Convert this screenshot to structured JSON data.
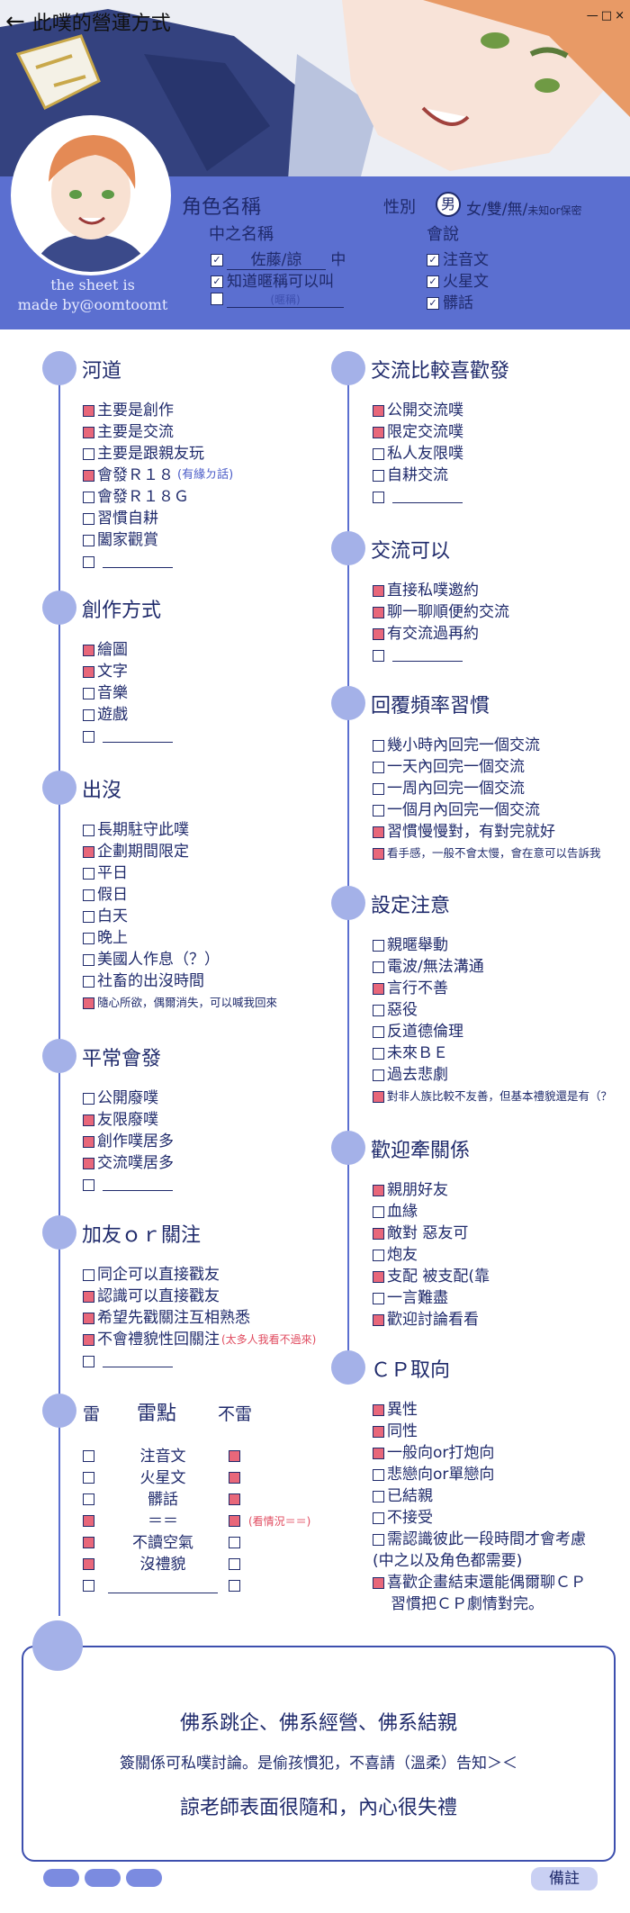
{
  "window": {
    "title": "此噗的營運方式",
    "controls": [
      "—",
      "□",
      "×"
    ]
  },
  "profile": {
    "name_label": "角色名稱",
    "gender_label": "性別",
    "gender_selected": "男",
    "gender_rest": "女/雙/無/",
    "gender_note": "未知or保密",
    "nickname_label": "中之名稱",
    "nick_value": "佐藤/諒",
    "nick_suffix": "中",
    "nick_opt2": "知道暱稱可以叫",
    "nick_blank_hint": "(暱稱)",
    "lang_label": "會說",
    "langs": [
      "注音文",
      "火星文",
      "髒話"
    ],
    "credit_line1": "the sheet is",
    "credit_line2": "made by@oomtoomt"
  },
  "left_sections": [
    {
      "title": "河道",
      "items": [
        {
          "text": "主要是創作",
          "on": true
        },
        {
          "text": "主要是交流",
          "on": true
        },
        {
          "text": "主要是跟親友玩",
          "on": false
        },
        {
          "text": "會發Ｒ１８",
          "on": true,
          "note": "(有緣ㄉ話)"
        },
        {
          "text": "會發Ｒ１８Ｇ",
          "on": false
        },
        {
          "text": "習慣自耕",
          "on": false
        },
        {
          "text": "闔家觀賞",
          "on": false
        },
        {
          "text": "",
          "on": false,
          "blank": true
        }
      ]
    },
    {
      "title": "創作方式",
      "items": [
        {
          "text": "繪圖",
          "on": true
        },
        {
          "text": "文字",
          "on": true
        },
        {
          "text": "音樂",
          "on": false
        },
        {
          "text": "遊戲",
          "on": false
        },
        {
          "text": "",
          "on": false,
          "blank": true
        }
      ]
    },
    {
      "title": "出沒",
      "items": [
        {
          "text": "長期駐守此噗",
          "on": false
        },
        {
          "text": "企劃期間限定",
          "on": true
        },
        {
          "text": "平日",
          "on": false
        },
        {
          "text": "假日",
          "on": false
        },
        {
          "text": "白天",
          "on": false
        },
        {
          "text": "晚上",
          "on": false
        },
        {
          "text": "美國人作息（？）",
          "on": false
        },
        {
          "text": "社畜的出沒時間",
          "on": false
        },
        {
          "text": "隨心所欲，偶爾消失，可以喊我回來",
          "on": true,
          "small": true
        }
      ]
    },
    {
      "title": "平常會發",
      "items": [
        {
          "text": "公開廢噗",
          "on": false
        },
        {
          "text": "友限廢噗",
          "on": true
        },
        {
          "text": "創作噗居多",
          "on": true
        },
        {
          "text": "交流噗居多",
          "on": true
        },
        {
          "text": "",
          "on": false,
          "blank": true
        }
      ]
    },
    {
      "title": "加友ｏｒ關注",
      "items": [
        {
          "text": "同企可以直接戳友",
          "on": false
        },
        {
          "text": "認識可以直接戳友",
          "on": true
        },
        {
          "text": "希望先戳關注互相熟悉",
          "on": true
        },
        {
          "text": "不會禮貌性回關注",
          "on": true,
          "rednote": "(太多人我看不過來)"
        },
        {
          "text": "",
          "on": false,
          "blank": true
        }
      ]
    }
  ],
  "mines": {
    "head_left": "雷",
    "head_mid": "雷點",
    "head_right": "不雷",
    "rows": [
      {
        "text": "注音文",
        "mine": false,
        "ok": true,
        "note": ""
      },
      {
        "text": "火星文",
        "mine": false,
        "ok": true,
        "note": ""
      },
      {
        "text": "髒話",
        "mine": false,
        "ok": true,
        "note": ""
      },
      {
        "text": "＝＝",
        "mine": true,
        "ok": true,
        "note": "(看情況＝＝)"
      },
      {
        "text": "不讀空氣",
        "mine": true,
        "ok": false,
        "note": ""
      },
      {
        "text": "沒禮貌",
        "mine": true,
        "ok": false,
        "note": ""
      },
      {
        "text": "",
        "mine": false,
        "ok": false,
        "note": "",
        "blank": true
      }
    ]
  },
  "right_sections": [
    {
      "title": "交流比較喜歡發",
      "items": [
        {
          "text": "公開交流噗",
          "on": true
        },
        {
          "text": "限定交流噗",
          "on": true
        },
        {
          "text": "私人友限噗",
          "on": false
        },
        {
          "text": "自耕交流",
          "on": false
        },
        {
          "text": "",
          "on": false,
          "blank": true
        }
      ]
    },
    {
      "title": "交流可以",
      "items": [
        {
          "text": "直接私噗邀約",
          "on": true
        },
        {
          "text": "聊一聊順便約交流",
          "on": true
        },
        {
          "text": "有交流過再約",
          "on": true
        },
        {
          "text": "",
          "on": false,
          "blank": true
        }
      ]
    },
    {
      "title": "回覆頻率習慣",
      "items": [
        {
          "text": "幾小時內回完一個交流",
          "on": false
        },
        {
          "text": "一天內回完一個交流",
          "on": false
        },
        {
          "text": "一周內回完一個交流",
          "on": false
        },
        {
          "text": "一個月內回完一個交流",
          "on": false
        },
        {
          "text": "習慣慢慢對，有對完就好",
          "on": true
        },
        {
          "text": "看手感，一般不會太慢，會在意可以告訴我",
          "on": true,
          "small": true
        }
      ]
    },
    {
      "title": "設定注意",
      "items": [
        {
          "text": "親暱舉動",
          "on": false
        },
        {
          "text": "電波/無法溝通",
          "on": false
        },
        {
          "text": "言行不善",
          "on": true
        },
        {
          "text": "惡役",
          "on": false
        },
        {
          "text": "反道德倫理",
          "on": false
        },
        {
          "text": "未來ＢＥ",
          "on": false
        },
        {
          "text": "過去悲劇",
          "on": false
        },
        {
          "text": "對非人族比較不友善，但基本禮貌還是有（？",
          "on": true,
          "small": true
        }
      ]
    },
    {
      "title": "歡迎牽關係",
      "items": [
        {
          "text": "親朋好友",
          "on": true
        },
        {
          "text": "血緣",
          "on": false
        },
        {
          "text": "敵對  惡友可",
          "on": true
        },
        {
          "text": "炮友",
          "on": false
        },
        {
          "text": "支配  被支配(靠",
          "on": true
        },
        {
          "text": "一言難盡",
          "on": false
        },
        {
          "text": "歡迎討論看看",
          "on": true
        }
      ]
    },
    {
      "title": "ＣＰ取向",
      "items": [
        {
          "text": "異性",
          "on": true
        },
        {
          "text": "同性",
          "on": true
        },
        {
          "text": "一般向or打炮向",
          "on": true
        },
        {
          "text": "悲戀向or單戀向",
          "on": false
        },
        {
          "text": "已結親",
          "on": false
        },
        {
          "text": "不接受",
          "on": false
        },
        {
          "text": "需認識彼此一段時間才會考慮",
          "on": false
        },
        {
          "text": "(中之以及角色都需要)",
          "on": false,
          "nobox": true
        },
        {
          "text": "喜歡企畫結束還能偶爾聊ＣＰ",
          "on": true
        },
        {
          "text": "習慣把ＣＰ劇情對完。",
          "on": false,
          "nobox": true,
          "indent": true
        }
      ]
    }
  ],
  "remarks": {
    "line1": "佛系跳企、佛系經營、佛系結親",
    "line2": "簽關係可私噗討論。是偷孩慣犯，不喜請（溫柔）告知＞＜",
    "line3": "諒老師表面很隨和，內心很失禮",
    "button": "備註"
  },
  "colors": {
    "accent": "#5b6fd0",
    "dot": "#a4b1e8",
    "checked": "#e8677a",
    "text": "#1f2a6b"
  }
}
